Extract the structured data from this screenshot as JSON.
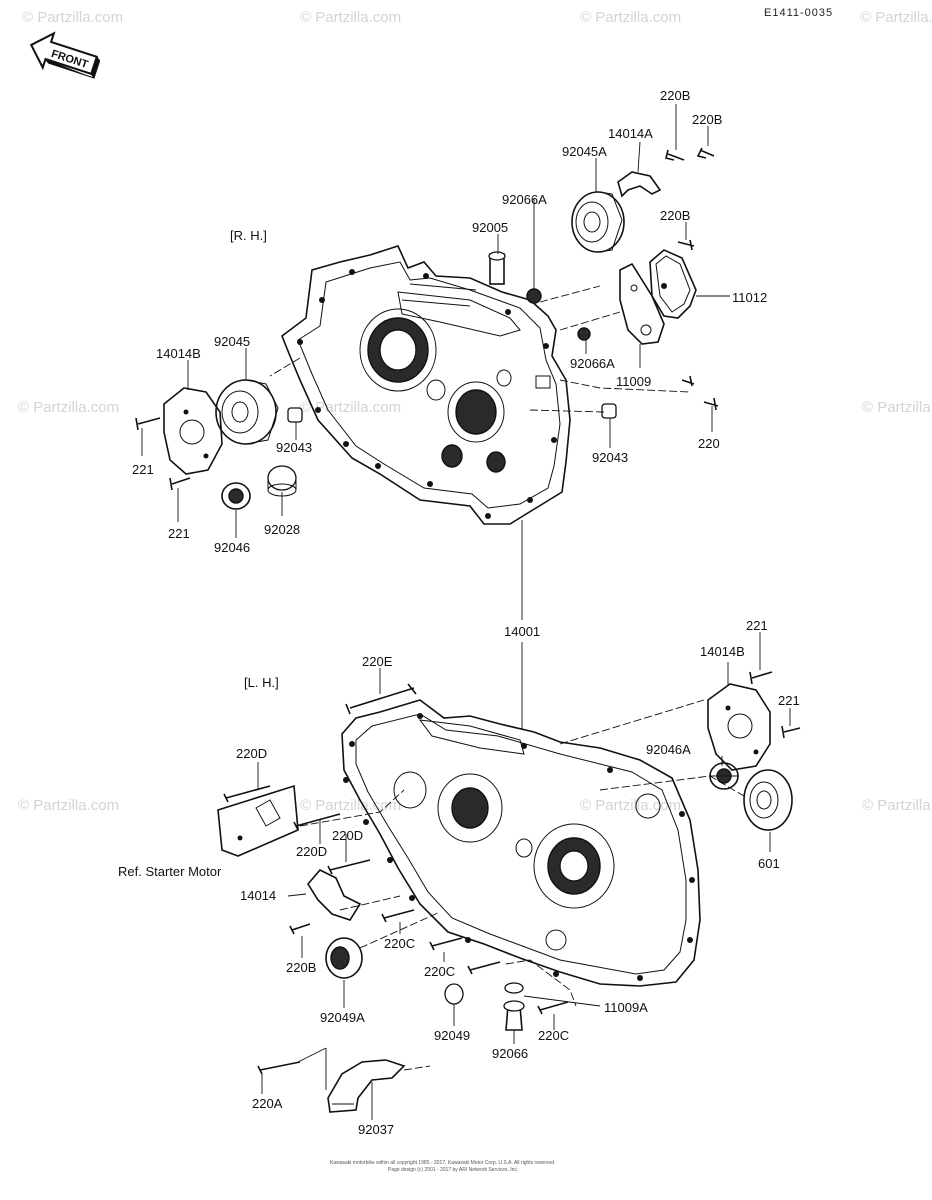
{
  "diagram_code": "E1411-0035",
  "front_label": "FRONT",
  "watermark_text": "© Partzilla.com",
  "sections": {
    "right": "[R. H.]",
    "left": "[L. H.]"
  },
  "ref_note": "Ref. Starter  Motor",
  "footer": [
    "Kawasaki motorbike within all copyright 1985 - 2017, Kawasaki Motor Corp. U.S.A. All rights reserved.",
    "Page design (c) 2001 - 2017 by ARI Network Services, Inc."
  ],
  "callouts": [
    {
      "id": "220B-a",
      "text": "220B"
    },
    {
      "id": "220B-b",
      "text": "220B"
    },
    {
      "id": "14014A",
      "text": "14014A"
    },
    {
      "id": "92045A",
      "text": "92045A"
    },
    {
      "id": "92066A-a",
      "text": "92066A"
    },
    {
      "id": "92005",
      "text": "92005"
    },
    {
      "id": "220B-c",
      "text": "220B"
    },
    {
      "id": "11012",
      "text": "11012"
    },
    {
      "id": "92066A-b",
      "text": "92066A"
    },
    {
      "id": "11009",
      "text": "11009"
    },
    {
      "id": "92045",
      "text": "92045"
    },
    {
      "id": "14014B-a",
      "text": "14014B"
    },
    {
      "id": "92043-a",
      "text": "92043"
    },
    {
      "id": "92043-b",
      "text": "92043"
    },
    {
      "id": "220",
      "text": "220"
    },
    {
      "id": "221-a",
      "text": "221"
    },
    {
      "id": "221-b",
      "text": "221"
    },
    {
      "id": "92028",
      "text": "92028"
    },
    {
      "id": "92046",
      "text": "92046"
    },
    {
      "id": "14001",
      "text": "14001"
    },
    {
      "id": "221-c",
      "text": "221"
    },
    {
      "id": "14014B-b",
      "text": "14014B"
    },
    {
      "id": "220E",
      "text": "220E"
    },
    {
      "id": "221-d",
      "text": "221"
    },
    {
      "id": "92046A",
      "text": "92046A"
    },
    {
      "id": "220D-a",
      "text": "220D"
    },
    {
      "id": "220D-b",
      "text": "220D"
    },
    {
      "id": "220D-c",
      "text": "220D"
    },
    {
      "id": "601",
      "text": "601"
    },
    {
      "id": "14014",
      "text": "14014"
    },
    {
      "id": "220C-a",
      "text": "220C"
    },
    {
      "id": "220B-d",
      "text": "220B"
    },
    {
      "id": "220C-b",
      "text": "220C"
    },
    {
      "id": "11009A",
      "text": "11009A"
    },
    {
      "id": "92049A",
      "text": "92049A"
    },
    {
      "id": "92049",
      "text": "92049"
    },
    {
      "id": "220C-c",
      "text": "220C"
    },
    {
      "id": "92066",
      "text": "92066"
    },
    {
      "id": "220A",
      "text": "220A"
    },
    {
      "id": "92037",
      "text": "92037"
    }
  ]
}
